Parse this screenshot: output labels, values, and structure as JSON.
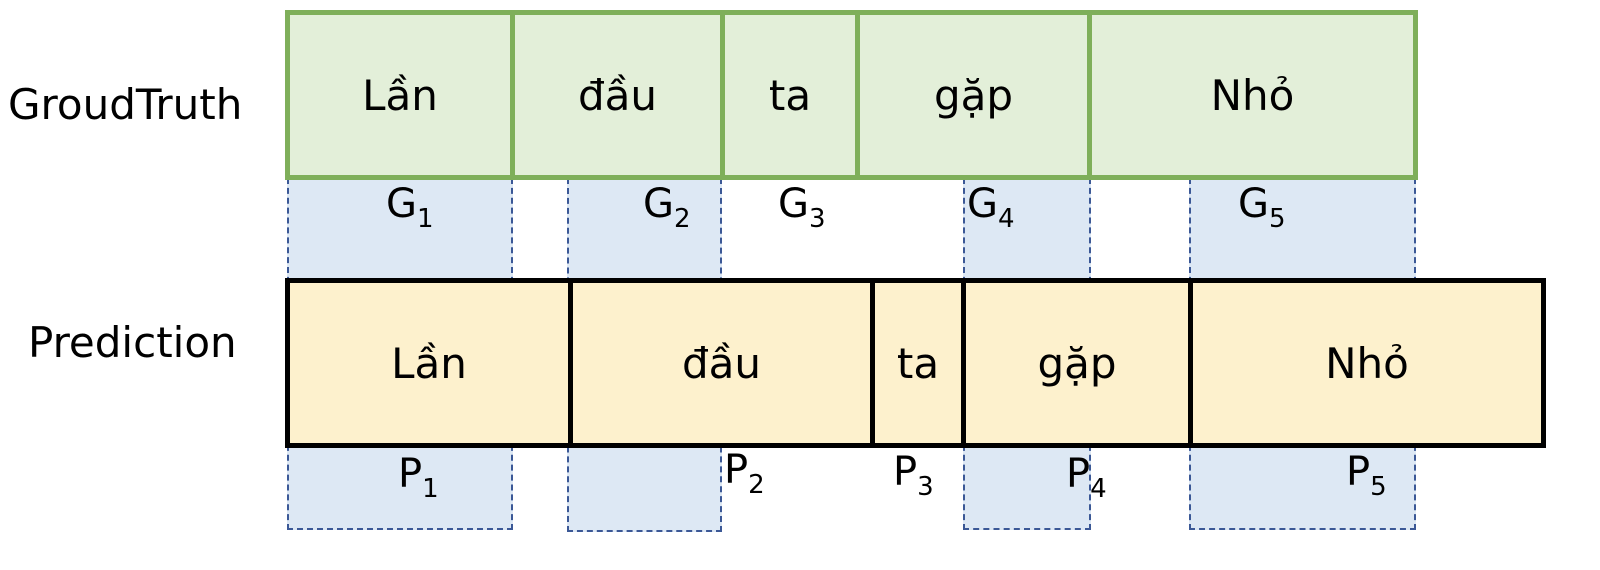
{
  "rows": {
    "groundtruth_label": "GroudTruth",
    "prediction_label": "Prediction"
  },
  "groundtruth_words": [
    "Lần",
    "đầu",
    "ta",
    "gặp",
    "Nhỏ"
  ],
  "prediction_words": [
    "Lần",
    "đầu",
    "ta",
    "gặp",
    "Nhỏ"
  ],
  "g_markers": [
    {
      "letter": "G",
      "index": "1"
    },
    {
      "letter": "G",
      "index": "2"
    },
    {
      "letter": "G",
      "index": "3"
    },
    {
      "letter": "G",
      "index": "4"
    },
    {
      "letter": "G",
      "index": "5"
    }
  ],
  "p_markers": [
    {
      "letter": "P",
      "index": "1"
    },
    {
      "letter": "P",
      "index": "2"
    },
    {
      "letter": "P",
      "index": "3"
    },
    {
      "letter": "P",
      "index": "4"
    },
    {
      "letter": "P",
      "index": "5"
    }
  ],
  "colors": {
    "gt_fill": "#e3efd9",
    "gt_border": "#7faf5a",
    "pred_fill": "#fdf1cd",
    "pred_border": "#000000",
    "overlap_fill": "#dde8f4",
    "overlap_dash": "#3b5896"
  }
}
